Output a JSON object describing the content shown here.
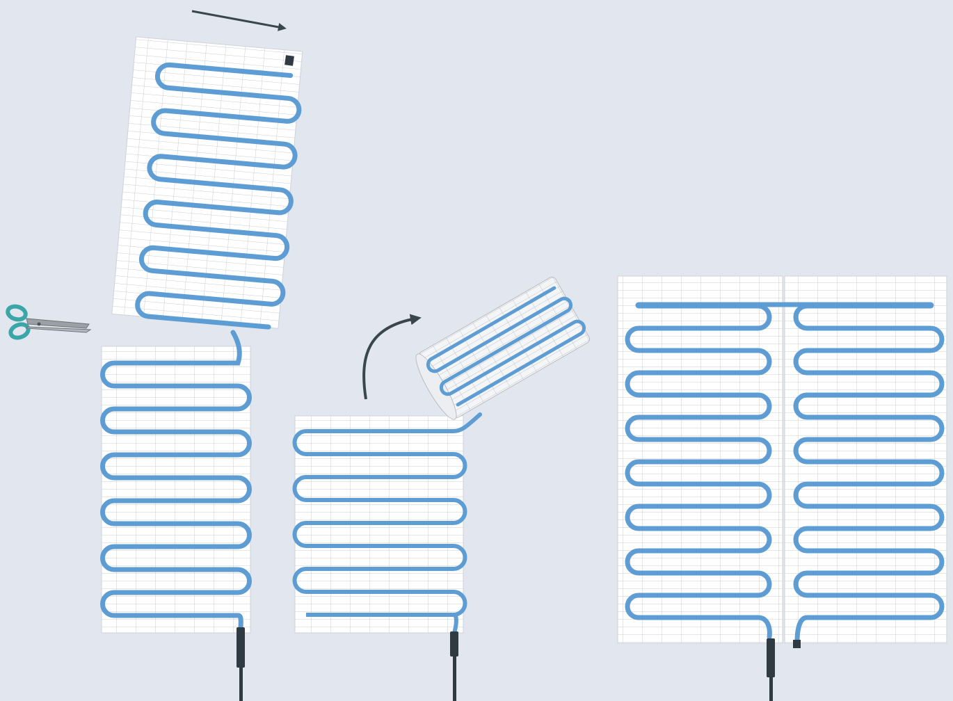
{
  "diagram": {
    "description_free": true,
    "colors": {
      "background": "#e1e6ef",
      "mesh_fill": "#ffffff",
      "mesh_line": "#c9ccd2",
      "cable": "#5d9dd3",
      "cable_edge": "#4a86bd",
      "wire": "#2f3a42",
      "arrow": "#3a464e",
      "scissors_handle": "#3aa6a8",
      "scissors_blade": "#9aa0a6"
    },
    "panels": [
      {
        "id": "cut-mat",
        "loops": 12,
        "cut": true
      },
      {
        "id": "rolled-mat",
        "loops": 7,
        "rolled": true
      },
      {
        "id": "split-mat",
        "loops": 7,
        "halves": 2
      }
    ],
    "icons": [
      "scissors-icon",
      "arrow-right-icon",
      "curved-arrow-icon",
      "power-cable-icon"
    ]
  }
}
